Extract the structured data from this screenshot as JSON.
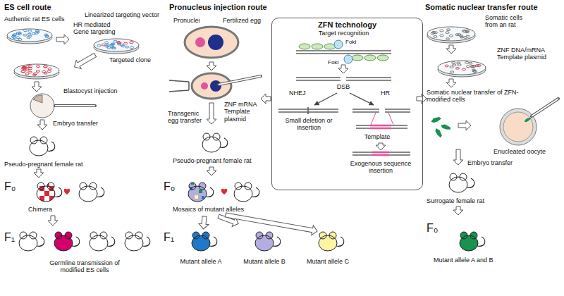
{
  "diagram": {
    "nodes": [
      {
        "text": [
          "ZFN technology"
        ]
      }
    ],
    "labels": [
      "ES cell route",
      "Authentic rat ES cells",
      "Linearized targeting vector",
      "HR mediated Gene targeting",
      "Targeted clone",
      "Blastocyst injection",
      "Embryo transfer",
      "Pseudo-pregnant female rat",
      "F₀",
      "Chimera",
      "F₁",
      "Germline transmission of modified ES cells",
      "Pronucleus injection route",
      "Pronuclei",
      "Fertilized egg",
      "ZNF mRNA Template plasmid",
      "Transgenic egg transfer",
      "Pseudo-pregnant female rat",
      "F₀",
      "Mosaics of mutant alleles",
      "F₁",
      "Mutant allele A",
      "Mutant allele B",
      "Mutant allele C",
      "Target recognition",
      "FokI",
      "FokI",
      "DSB",
      "NHEJ",
      "HR",
      "Small deletion or insertion",
      "Template",
      "Exogenous sequence insertion",
      "Somatic nuclear transfer route",
      "Somatic cells from an rat",
      "ZNF DNA/mRNA Template plasmid",
      "Somatic nuclear transfer of ZFN-modified cells",
      "Enucleated oocyte",
      "Embryo transfer",
      "Surrogate female rat",
      "F₀",
      "Mutant allele A and B"
    ]
  }
}
